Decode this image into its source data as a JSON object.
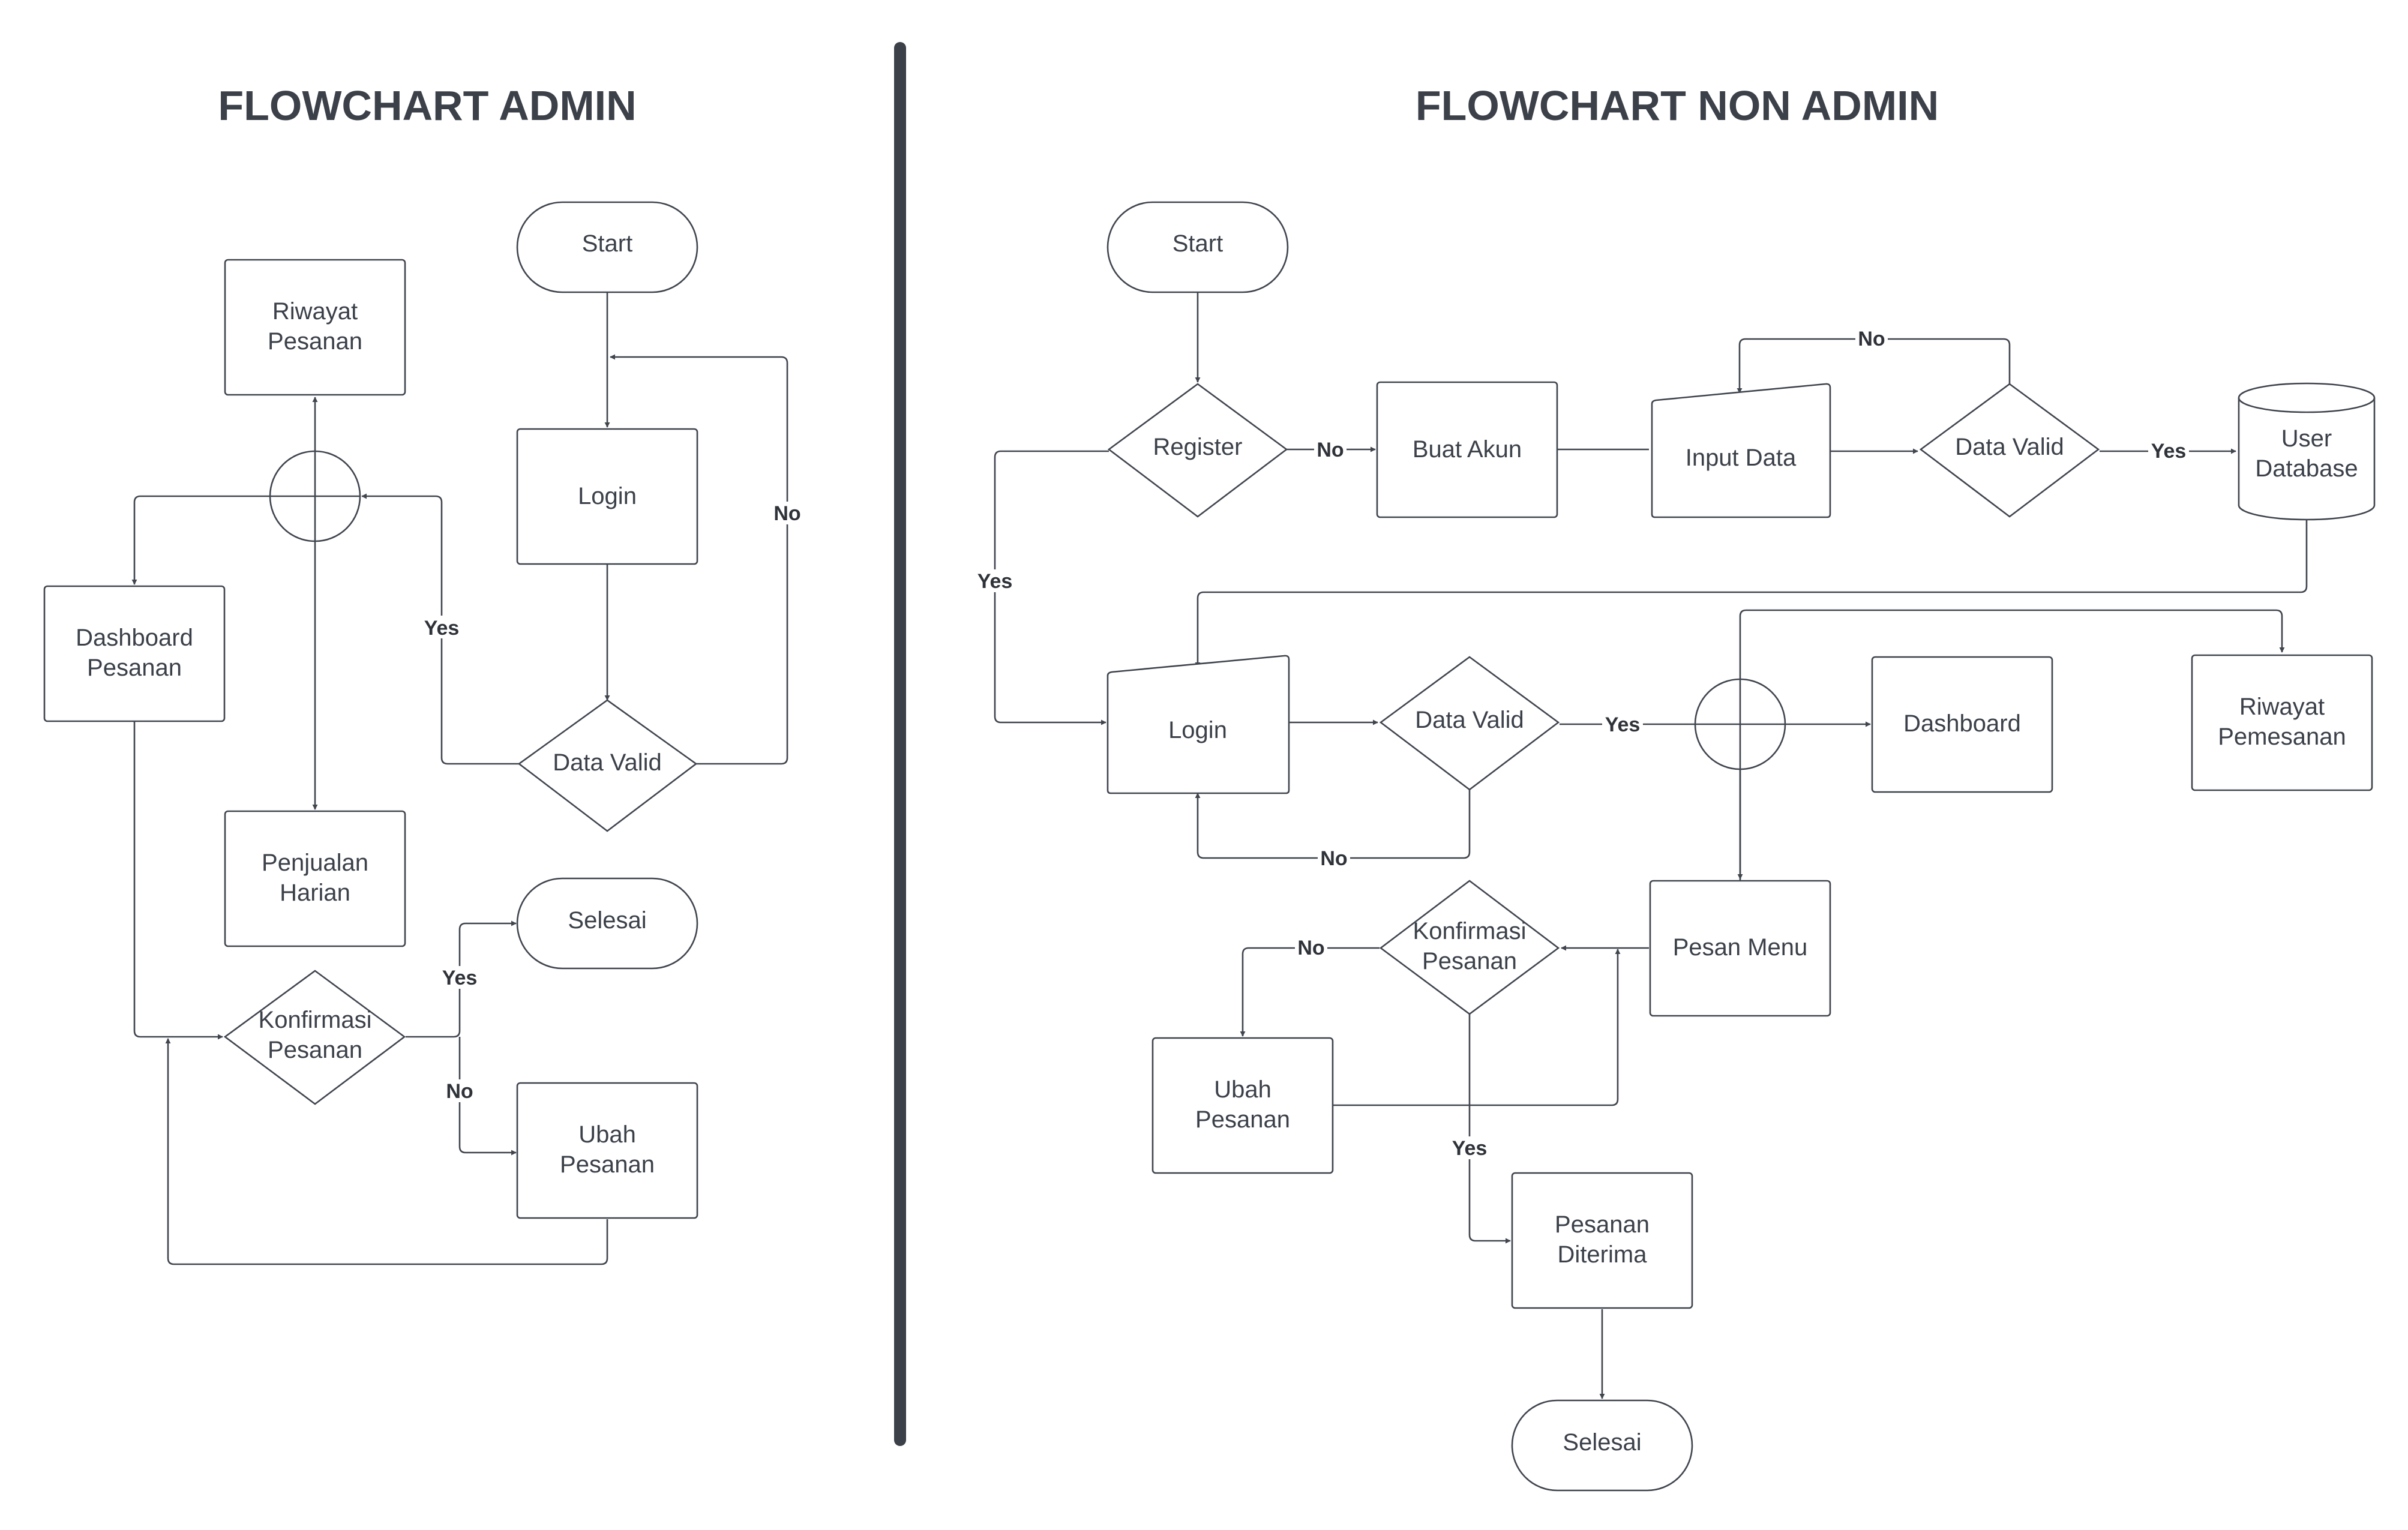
{
  "titles": {
    "admin": "FLOWCHART ADMIN",
    "non_admin": "FLOWCHART NON ADMIN"
  },
  "admin": {
    "start": "Start",
    "login": "Login",
    "data_valid": "Data Valid",
    "riwayat_pesanan": "Riwayat Pesanan",
    "dashboard_pesanan": "Dashboard Pesanan",
    "penjualan_harian": "Penjualan Harian",
    "konfirmasi_pesanan": "Konfirmasi Pesanan",
    "selesai": "Selesai",
    "ubah_pesanan": "Ubah Pesanan",
    "edge_labels": {
      "valid_yes": "Yes",
      "valid_no": "No",
      "konfirmasi_yes": "Yes",
      "konfirmasi_no": "No"
    }
  },
  "non_admin": {
    "start": "Start",
    "register": "Register",
    "buat_akun": "Buat Akun",
    "input_data": "Input Data",
    "data_valid_1": "Data Valid",
    "user_database": "User Database",
    "login": "Login",
    "data_valid_2": "Data Valid",
    "dashboard": "Dashboard",
    "riwayat_pemesanan": "Riwayat Pemesanan",
    "pesan_menu": "Pesan Menu",
    "konfirmasi_pesanan": "Konfirmasi Pesanan",
    "ubah_pesanan": "Ubah Pesanan",
    "pesanan_diterima": "Pesanan Diterima",
    "selesai": "Selesai",
    "edge_labels": {
      "register_no": "No",
      "register_yes": "Yes",
      "valid1_no": "No",
      "valid1_yes": "Yes",
      "valid2_yes": "Yes",
      "valid2_no": "No",
      "konfirmasi_no": "No",
      "konfirmasi_yes": "Yes"
    }
  },
  "colors": {
    "stroke": "#40454e",
    "text": "#3b4049",
    "background": "#ffffff"
  }
}
